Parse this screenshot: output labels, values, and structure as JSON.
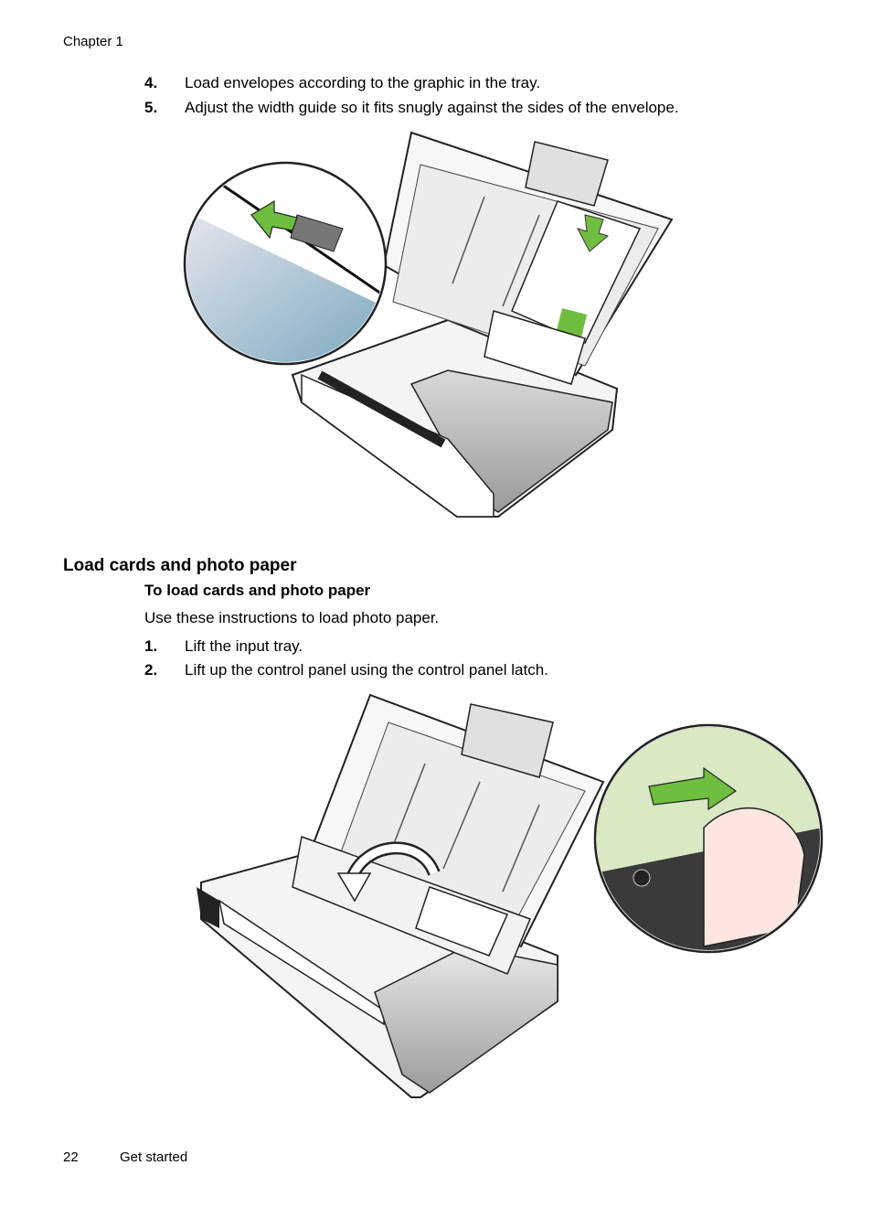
{
  "header": {
    "chapter": "Chapter 1"
  },
  "steps_top": [
    {
      "num": "4.",
      "text": "Load envelopes according to the graphic in the tray."
    },
    {
      "num": "5.",
      "text": "Adjust the width guide so it fits snugly against the sides of the envelope."
    }
  ],
  "section": {
    "heading": "Load cards and photo paper",
    "subheading": "To load cards and photo paper",
    "intro": "Use these instructions to load photo paper.",
    "steps": [
      {
        "num": "1.",
        "text": "Lift the input tray."
      },
      {
        "num": "2.",
        "text": "Lift up the control panel using the control panel latch."
      }
    ]
  },
  "figures": {
    "figure1": {
      "subject": "printer-envelope-loading",
      "accent": "#6fbe3f"
    },
    "figure2": {
      "subject": "printer-control-panel-lift",
      "accent": "#6fbe3f"
    }
  },
  "footer": {
    "page_number": "22",
    "section_name": "Get started"
  }
}
